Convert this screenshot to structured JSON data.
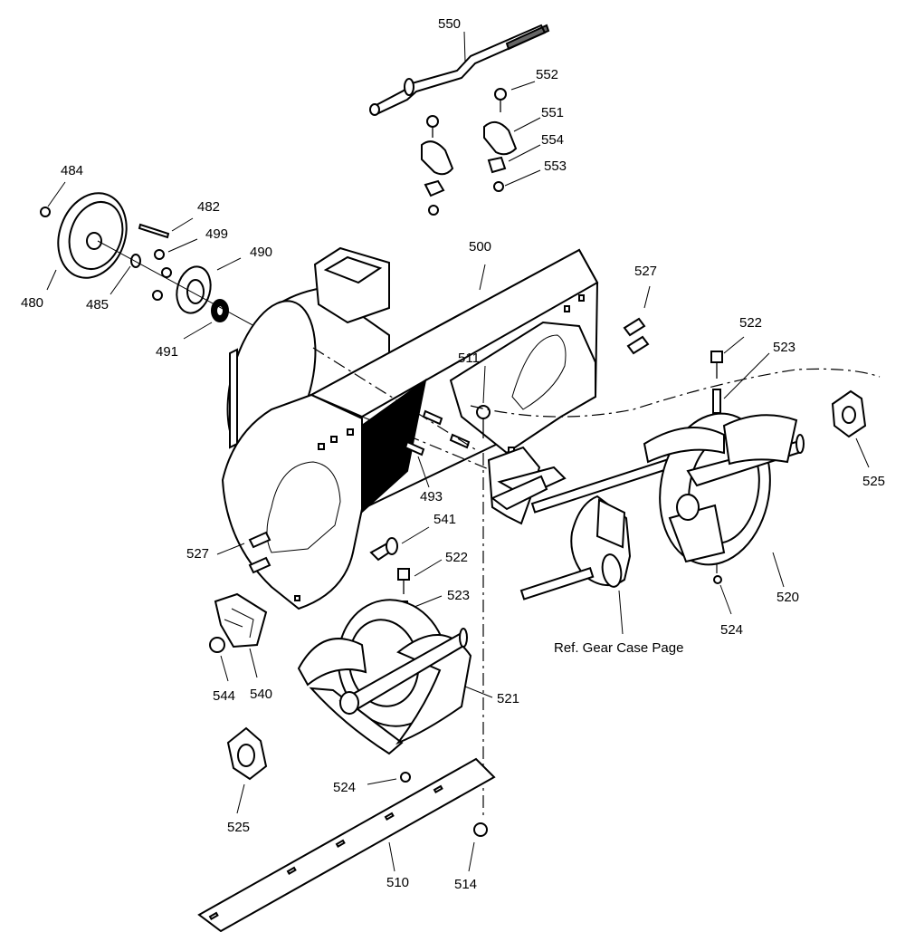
{
  "diagram": {
    "labels": {
      "p550": "550",
      "p552": "552",
      "p551": "551",
      "p554": "554",
      "p553": "553",
      "p484": "484",
      "p482": "482",
      "p499": "499",
      "p490": "490",
      "p480": "480",
      "p485": "485",
      "p491": "491",
      "p500": "500",
      "p527a": "527",
      "p527b": "527",
      "p522a": "522",
      "p523a": "523",
      "p511": "511",
      "p525a": "525",
      "p493": "493",
      "p541": "541",
      "p522b": "522",
      "p523b": "523",
      "p520": "520",
      "p524a": "524",
      "p544": "544",
      "p540": "540",
      "p521": "521",
      "p524b": "524",
      "p525b": "525",
      "p510": "510",
      "p514": "514"
    },
    "ref_gear_case": "Ref. Gear Case Page"
  }
}
